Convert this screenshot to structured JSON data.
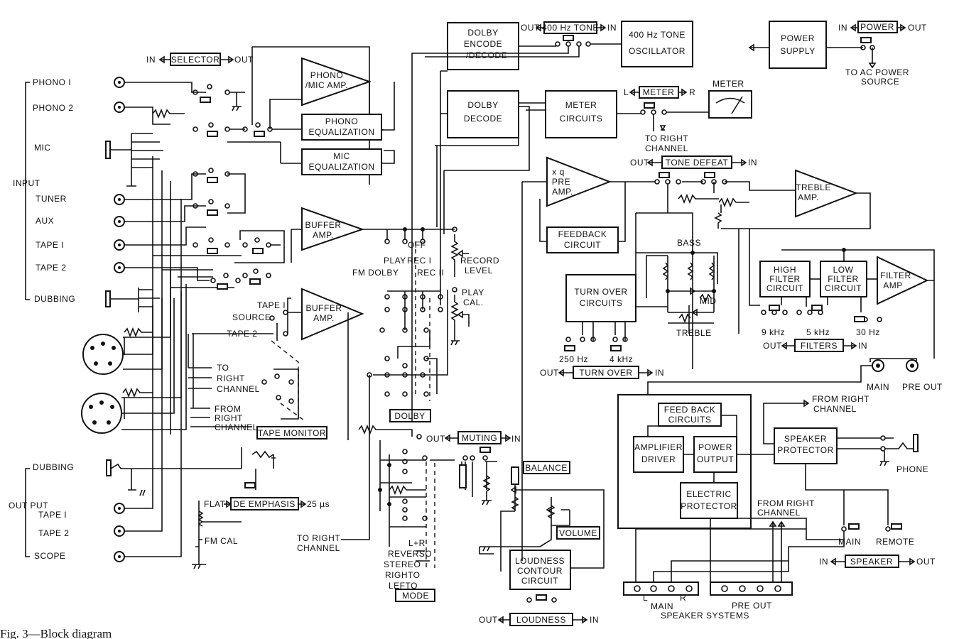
{
  "inputs": {
    "group_label": "INPUT",
    "items": [
      "PHONO I",
      "PHONO 2",
      "MIC",
      "TUNER",
      "AUX",
      "TAPE I",
      "TAPE 2",
      "DUBBING"
    ]
  },
  "outputs": {
    "group_label": "OUT PUT",
    "items": [
      "DUBBING",
      "TAPE I",
      "TAPE 2",
      "SCOPE"
    ]
  },
  "blocks": {
    "phono_mic_amp": [
      "PHONO",
      "/MIC AMP."
    ],
    "phono_eq": [
      "PHONO",
      "EQUALIZATION"
    ],
    "mic_eq": [
      "MIC",
      "EQUALIZATION"
    ],
    "buffer_amp_1": [
      "BUFFER",
      "AMP."
    ],
    "buffer_amp_2": [
      "BUFFER",
      "AMP."
    ],
    "dolby_encode": [
      "DOLBY",
      "ENCODE",
      "/DECODE"
    ],
    "dolby_decode": [
      "DOLBY",
      "DECODE"
    ],
    "tone_osc": [
      "400 Hz TONE",
      "OSCILLATOR"
    ],
    "meter_circuits": [
      "METER",
      "CIRCUITS"
    ],
    "meter": "METER",
    "power_supply": [
      "POWER",
      "SUPPLY"
    ],
    "pre_amp": [
      "x q",
      "PRE",
      "AMP."
    ],
    "feedback_circuit": [
      "FEEDBACK",
      "CIRCUIT"
    ],
    "turn_over_circuits": [
      "TURN OVER",
      "CIRCUITS"
    ],
    "treble_amp": [
      "TREBLE",
      "AMP."
    ],
    "high_filter": [
      "HIGH",
      "FILTER",
      "CIRCUIT"
    ],
    "low_filter": [
      "LOW",
      "FILTER",
      "CIRCUIT"
    ],
    "filter_amp": [
      "FILTER",
      "AMP"
    ],
    "feed_back_circuits": [
      "FEED BACK",
      "CIRCUITS"
    ],
    "amplifier_driver": [
      "AMPLIFIER",
      "DRIVER"
    ],
    "power_output": [
      "POWER",
      "OUTPUT"
    ],
    "electric_protector": [
      "ELECTRIC",
      "PROTECTOR"
    ],
    "speaker_protector": [
      "SPEAKER",
      "PROTECTOR"
    ],
    "loudness_contour": [
      "LOUDNESS",
      "CONTOUR",
      "CIRCUIT"
    ]
  },
  "switches": {
    "selector": {
      "in": "IN",
      "label": "SELECTOR",
      "out": "OUT"
    },
    "tone400": {
      "out": "OUT",
      "label": "400 Hz TONE",
      "in": "IN"
    },
    "power": {
      "in": "IN",
      "label": "POWER",
      "out": "OUT"
    },
    "meter": {
      "l": "L",
      "label": "METER",
      "r": "R"
    },
    "tone_defeat": {
      "out": "OUT",
      "label": "TONE DEFEAT",
      "in": "IN"
    },
    "turn_over": {
      "out": "OUT",
      "label": "TURN OVER",
      "in": "IN"
    },
    "filters": {
      "out": "OUT",
      "label": "FILTERS",
      "in": "IN"
    },
    "muting": {
      "out": "OUT",
      "label": "MUTING",
      "in": "IN"
    },
    "loudness": {
      "out": "OUT",
      "label": "LOUDNESS",
      "in": "IN"
    },
    "speaker": {
      "in": "IN",
      "label": "SPEAKER",
      "out": "OUT"
    },
    "de_emphasis": {
      "label": "DE EMPHASIS",
      "right": "25 µs"
    },
    "tape_monitor": "TAPE MONITOR",
    "dolby": "DOLBY",
    "mode": "MODE",
    "balance": "BALANCE",
    "volume": "VOLUME"
  },
  "labels": {
    "to_ac": [
      "TO AC POWER",
      "SOURCE"
    ],
    "to_right_channel_meter": [
      "TO RIGHT",
      "CHANNEL"
    ],
    "to_right_channel_mid": [
      "TO",
      "RIGHT",
      "CHANNEL"
    ],
    "from_right_channel_mid": [
      "FROM",
      "RIGHT",
      "CHANNEL"
    ],
    "to_right_channel_bottom": [
      "TO RIGHT",
      "CHANNEL"
    ],
    "dolby_positions": [
      "PLAY",
      "OFF",
      "REC I",
      "REC II",
      "FM DOLBY"
    ],
    "record_level": [
      "RECORD",
      "LEVEL"
    ],
    "play_cal": [
      "PLAY",
      "CAL."
    ],
    "source": [
      "TAPE I",
      "SOURCE",
      "TAPE 2"
    ],
    "flat": "FLAT",
    "fm_cal": "FM CAL",
    "bass": "BASS",
    "mid": "MID",
    "treble": "TREBLE",
    "turnover_freqs": [
      "250 Hz",
      "4 kHz"
    ],
    "filter_freqs": [
      "9 kHz",
      "5 kHz",
      "30 Hz"
    ],
    "main": "MAIN",
    "pre_out": "PRE OUT",
    "from_right_channel_speaker": [
      "FROM RIGHT",
      "CHANNEL"
    ],
    "from_right_channel_bottom": [
      "FROM RIGHT",
      "CHANNEL"
    ],
    "phone": "PHONE",
    "main_sw": "MAIN",
    "remote": "REMOTE",
    "l": "L",
    "r": "R",
    "main_sys": "MAIN",
    "pre_out_sys": "PRE OUT",
    "speaker_systems": "SPEAKER SYSTEMS",
    "modes": [
      "L+R",
      "REVERSO",
      "STEREO",
      "RIGHTO",
      "LEFTO"
    ]
  },
  "caption": "Fig. 3—Block diagram"
}
